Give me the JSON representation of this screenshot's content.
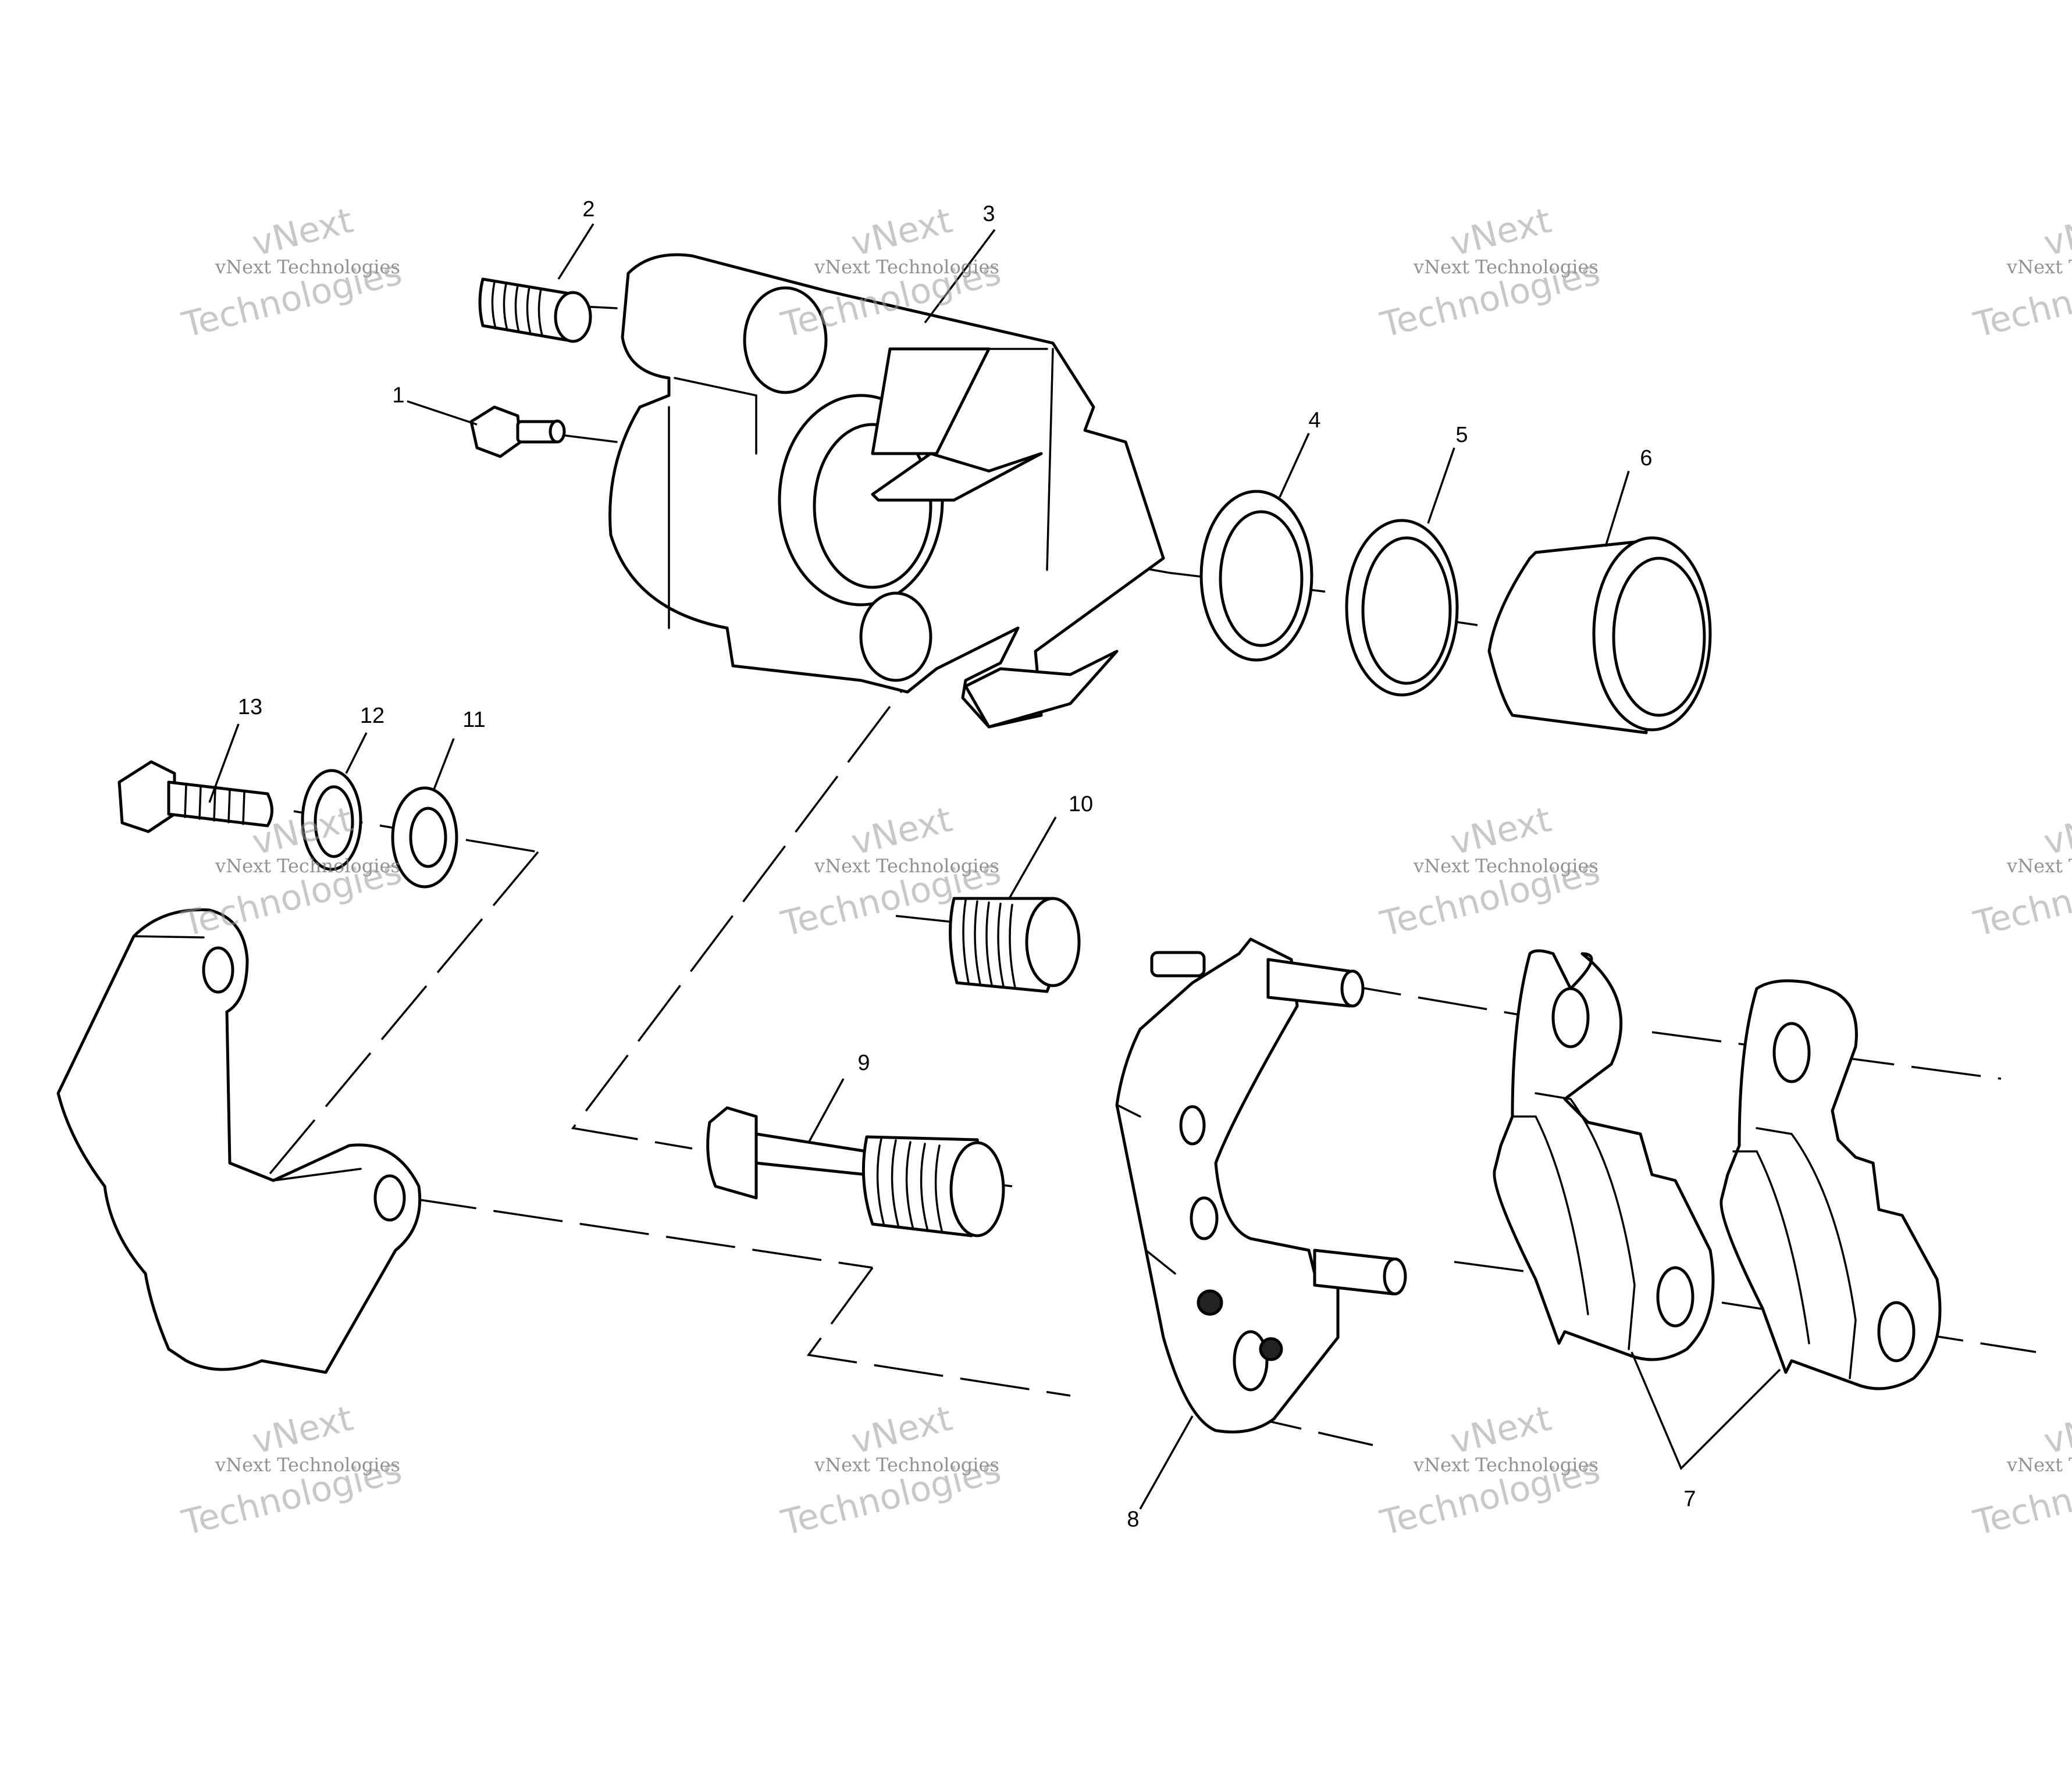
{
  "diagram": {
    "callouts": [
      "1",
      "2",
      "3",
      "4",
      "5",
      "6",
      "7",
      "8",
      "9",
      "10",
      "11",
      "12",
      "13"
    ]
  },
  "watermark": {
    "line_a": "vNext",
    "line_b": "vNext Technologies",
    "line_c": "Technologies"
  }
}
